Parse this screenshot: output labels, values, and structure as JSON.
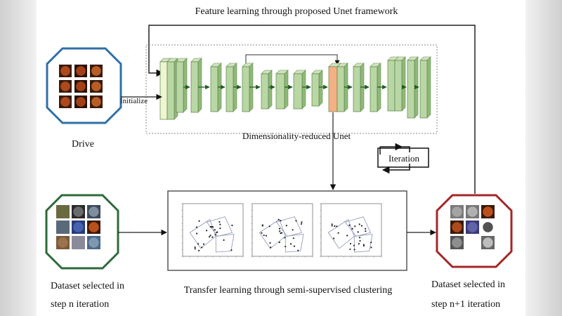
{
  "title": "Feature learning through proposed Unet framework",
  "labels": {
    "initialize": "Initialize",
    "drive": "Drive",
    "unet_caption": "Dimensionality-reduced Unet",
    "iteration": "Iteration",
    "transfer": "Transfer learning through semi-supervised clustering",
    "dataset_n_line1": "Dataset  selected  in",
    "dataset_n_line2": "step n iteration",
    "dataset_n1_line1": "Dataset  selected  in",
    "dataset_n1_line2": "step n+1 iteration"
  },
  "colors": {
    "drive_border": "#2f6fa8",
    "step_n_border": "#2e6a3a",
    "step_n1_border": "#a42727",
    "layer_green": "#b9d7a4",
    "layer_green_dark": "#8fb979",
    "layer_highlight": "#f4b183",
    "layer_light": "#eef6d0",
    "arrow": "#1f5c1f"
  },
  "plots": [
    {
      "name": "plot-1"
    },
    {
      "name": "plot-2"
    },
    {
      "name": "plot-3"
    }
  ]
}
